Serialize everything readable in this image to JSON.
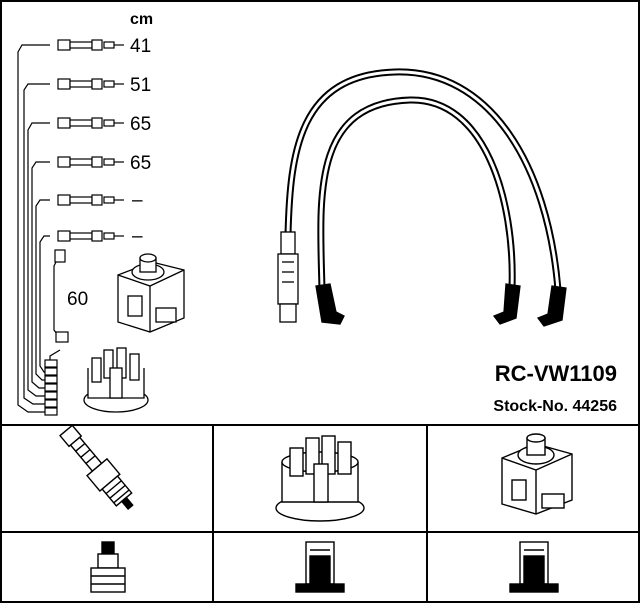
{
  "header": {
    "unit_label": "cm"
  },
  "cable_lengths": [
    {
      "value": "41"
    },
    {
      "value": "51"
    },
    {
      "value": "65"
    },
    {
      "value": "65"
    },
    {
      "value": "–"
    },
    {
      "value": "–"
    }
  ],
  "coil_cable_length": "60",
  "product": {
    "code": "RC-VW1109",
    "stock_number": "Stock-No. 44256"
  },
  "components": {
    "top_row": [
      "spark-plug",
      "distributor-cap",
      "ignition-coil"
    ],
    "bottom_row": [
      "plug-connector",
      "cap-connector",
      "coil-connector"
    ]
  }
}
